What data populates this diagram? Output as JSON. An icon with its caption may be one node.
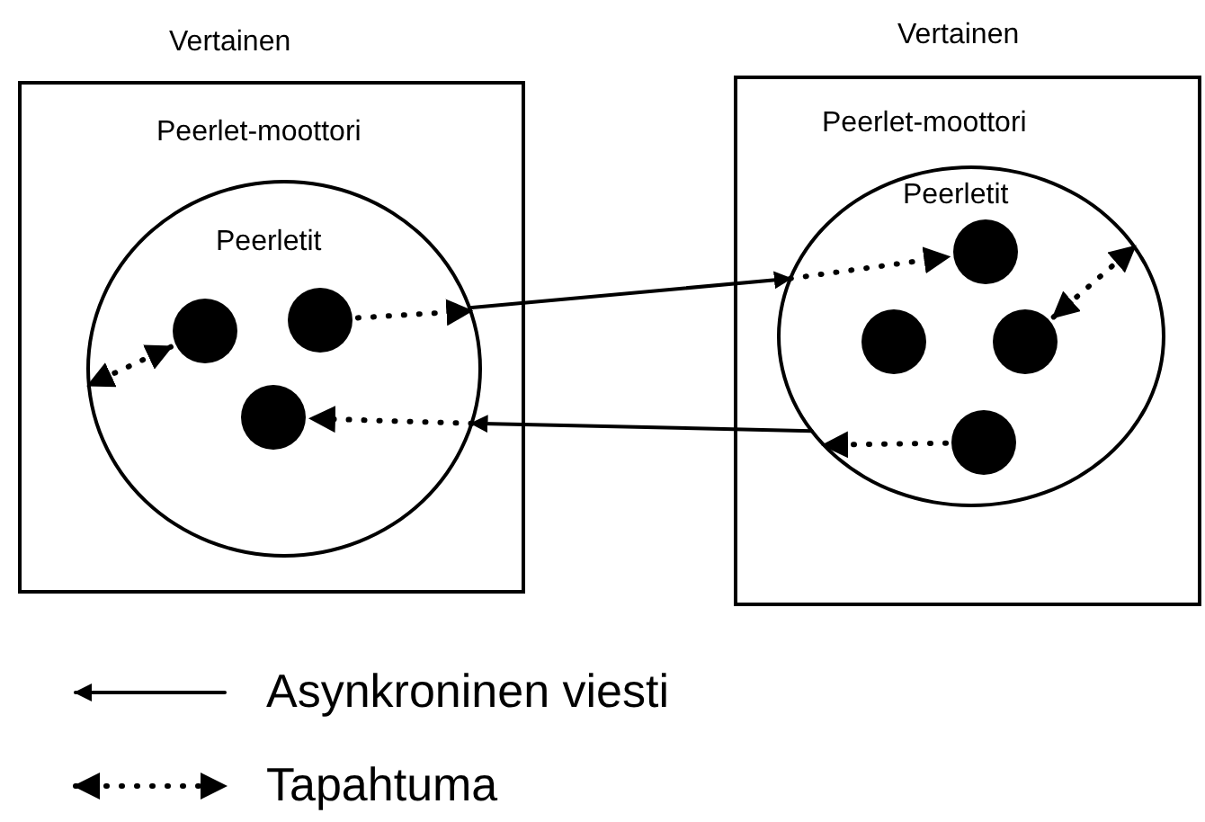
{
  "diagram": {
    "nodes": [
      {
        "text": [
          "Vertainen",
          "Peerlet-moottori"
        ]
      },
      {
        "text": [
          "Peerletit"
        ],
        "in": 0
      },
      {
        "text": [],
        "shape": "circle",
        "in": 1
      },
      {
        "text": [],
        "shape": "circle",
        "in": 1
      },
      {
        "text": [],
        "shape": "circle",
        "in": 1
      },
      {
        "text": [
          "Vertainen",
          "Peerlet-moottori"
        ]
      },
      {
        "text": [
          "Peerletit"
        ],
        "in": 5
      },
      {
        "text": [],
        "shape": "circle",
        "in": 6
      },
      {
        "text": [],
        "shape": "circle",
        "in": 6
      },
      {
        "text": [],
        "shape": "circle",
        "in": 6
      },
      {
        "text": [],
        "shape": "circle",
        "in": 6
      }
    ],
    "edges": [
      {
        "from": 2,
        "to": 1,
        "arrow": "both",
        "style": "dashed"
      },
      {
        "from": 3,
        "to": 1,
        "arrow": "to",
        "style": "dashed"
      },
      {
        "from": 1,
        "to": 6,
        "arrow": "to"
      },
      {
        "from": 6,
        "to": 7,
        "arrow": "to",
        "style": "dashed"
      },
      {
        "from": 9,
        "to": 6,
        "arrow": "both",
        "style": "dashed"
      },
      {
        "from": 10,
        "to": 6,
        "arrow": "to",
        "style": "dashed"
      },
      {
        "from": 6,
        "to": 1,
        "arrow": "to"
      },
      {
        "from": 1,
        "to": 4,
        "arrow": "to",
        "style": "dashed"
      }
    ],
    "legend": [
      {
        "text": "Asynkroninen viesti"
      },
      {
        "text": "Tapahtuma"
      }
    ]
  }
}
